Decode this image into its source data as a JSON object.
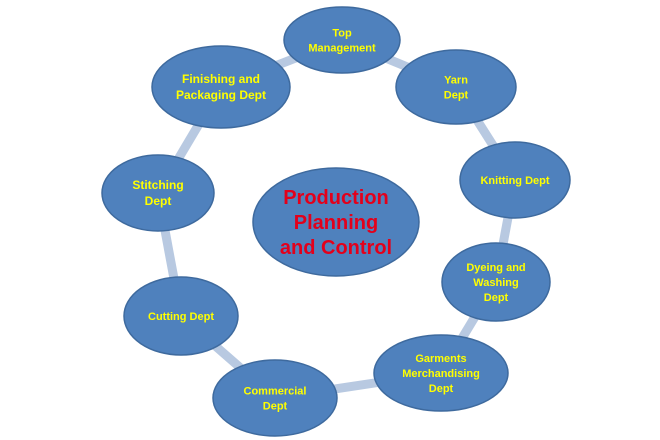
{
  "colors": {
    "node_fill": "#4F81BD",
    "node_stroke": "#3E6A9E",
    "connector": "#B8C9E1",
    "node_text": "#FFFF00",
    "center_text": "#E3001B",
    "background": "#FFFFFF"
  },
  "center": {
    "lines": [
      "Production",
      "Planning",
      "and Control"
    ]
  },
  "nodes": [
    {
      "id": "top-management",
      "lines": [
        "Top",
        "Management"
      ]
    },
    {
      "id": "yarn-dept",
      "lines": [
        "Yarn",
        "Dept"
      ]
    },
    {
      "id": "knitting-dept",
      "lines": [
        "Knitting Dept"
      ]
    },
    {
      "id": "dyeing-washing-dept",
      "lines": [
        "Dyeing and",
        "Washing",
        "Dept"
      ]
    },
    {
      "id": "garments-merchandising-dept",
      "lines": [
        "Garments",
        "Merchandising",
        "Dept"
      ]
    },
    {
      "id": "commercial-dept",
      "lines": [
        "Commercial",
        "Dept"
      ]
    },
    {
      "id": "cutting-dept",
      "lines": [
        "Cutting Dept"
      ]
    },
    {
      "id": "stitching-dept",
      "lines": [
        "Stitching",
        "Dept"
      ]
    },
    {
      "id": "finishing-packaging-dept",
      "lines": [
        "Finishing and",
        "Packaging Dept"
      ]
    }
  ]
}
